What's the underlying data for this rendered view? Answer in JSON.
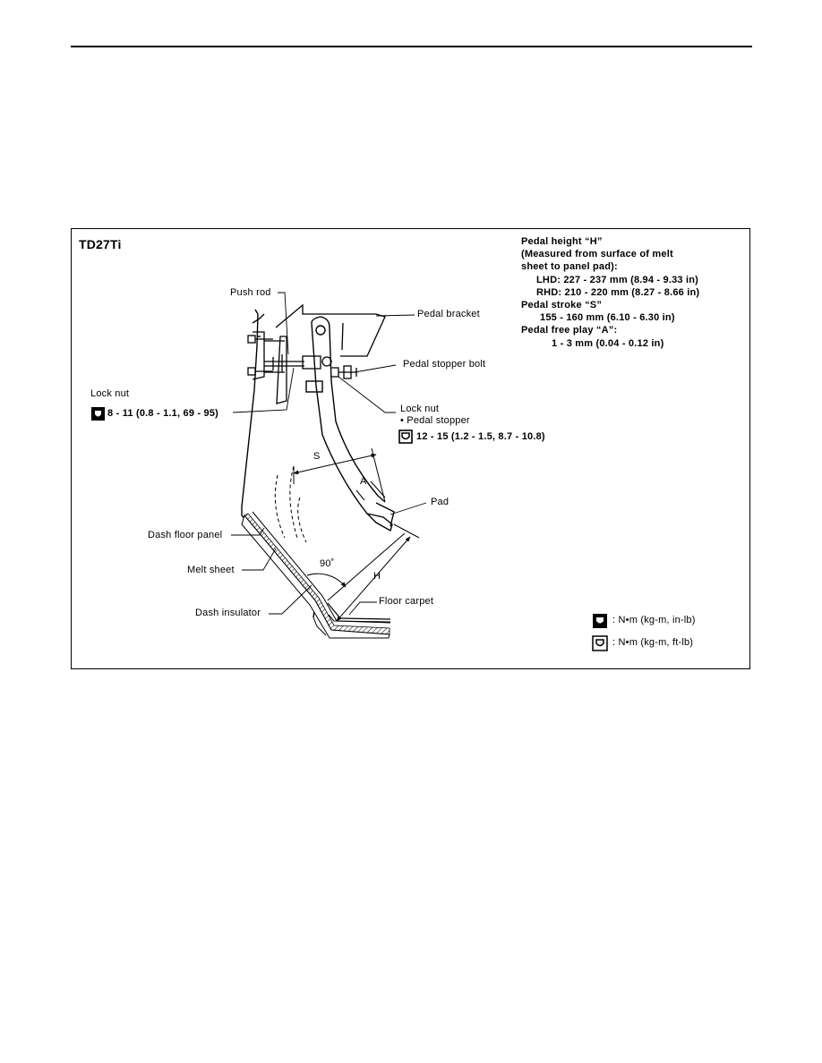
{
  "figure": {
    "title": "TD27Ti",
    "spec": {
      "pedal_height_title": "Pedal height “H”",
      "pedal_height_note_1": "(Measured from surface of melt",
      "pedal_height_note_2": "sheet to panel pad):",
      "lhd": "LHD: 227 - 237 mm (8.94 - 9.33 in)",
      "rhd": "RHD: 210 - 220 mm (8.27 - 8.66 in)",
      "pedal_stroke_title": "Pedal stroke “S”",
      "pedal_stroke_value": "155 - 160 mm (6.10 - 6.30 in)",
      "free_play_title": "Pedal free play “A”:",
      "free_play_value": "1 - 3 mm (0.04 - 0.12 in)"
    },
    "labels": {
      "push_rod": "Push rod",
      "pedal_bracket": "Pedal bracket",
      "pedal_stopper_bolt": "Pedal stopper bolt",
      "lock_nut_left": "Lock nut",
      "lock_nut_left_torque": "8 - 11 (0.8 - 1.1, 69 - 95)",
      "lock_nut_right": "Lock nut",
      "pedal_stopper": "• Pedal stopper",
      "pedal_stopper_torque": "12 - 15 (1.2 - 1.5, 8.7 - 10.8)",
      "s": "S",
      "a": "A",
      "pad": "Pad",
      "dash_floor_panel": "Dash floor panel",
      "melt_sheet": "Melt sheet",
      "angle": "90˚",
      "h": "H",
      "floor_carpet": "Floor carpet",
      "dash_insulator": "Dash insulator"
    },
    "legend": {
      "in_lb": ": N•m  (kg-m,  in-lb)",
      "ft_lb": ": N•m  (kg-m,  ft-lb)"
    }
  }
}
